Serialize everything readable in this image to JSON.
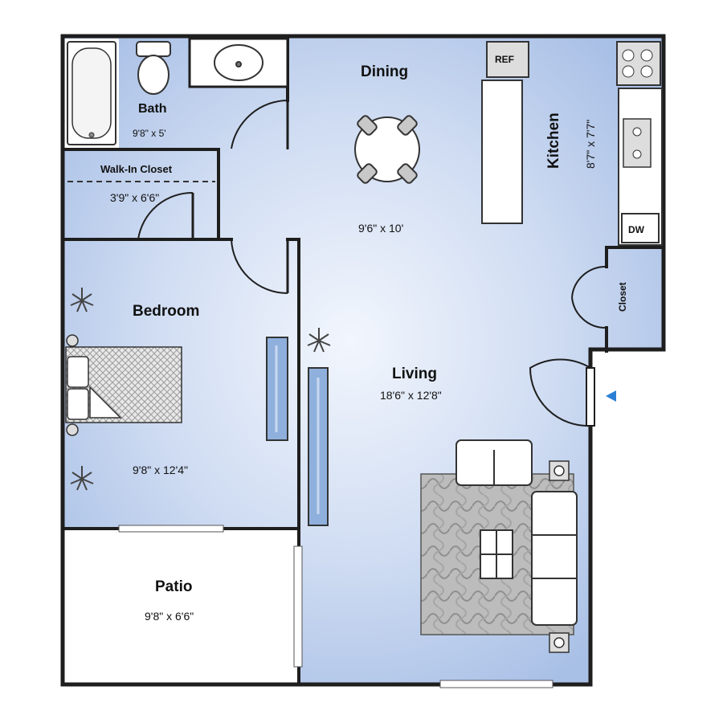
{
  "rooms": {
    "bath": {
      "name": "Bath",
      "dims": "9'8\" x 5'"
    },
    "closet": {
      "name": "Walk-In Closet",
      "dims": "3'9\" x 6'6\""
    },
    "dining": {
      "name": "Dining",
      "dims": "9'6\" x 10'"
    },
    "kitchen": {
      "name": "Kitchen",
      "dims": "8'7\" x 7'7\""
    },
    "bedroom": {
      "name": "Bedroom",
      "dims": "9'8\" x 12'4\""
    },
    "living": {
      "name": "Living",
      "dims": "18'6\" x 12'8\""
    },
    "patio": {
      "name": "Patio",
      "dims": "9'8\" x 6'6\""
    },
    "hall_closet": {
      "name": "Closet"
    }
  },
  "appliances": {
    "ref": "REF",
    "dw": "DW"
  },
  "colors": {
    "floor": "#b9cdea",
    "floor_light": "#eef3fb",
    "wall": "#1e1e1e",
    "patio": "#ffffff",
    "entry_marker": "#2a7fd4"
  }
}
